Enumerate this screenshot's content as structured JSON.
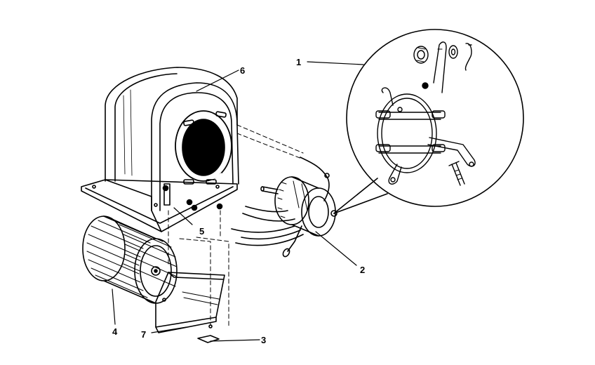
{
  "diagram": {
    "callouts": {
      "c1": "1",
      "c2": "2",
      "c3": "3",
      "c4": "4",
      "c5": "5",
      "c6": "6",
      "c7": "7"
    },
    "parts": [
      "blower-housing",
      "blower-wheel",
      "motor",
      "motor-mount-kit",
      "bracket",
      "hardware"
    ]
  }
}
